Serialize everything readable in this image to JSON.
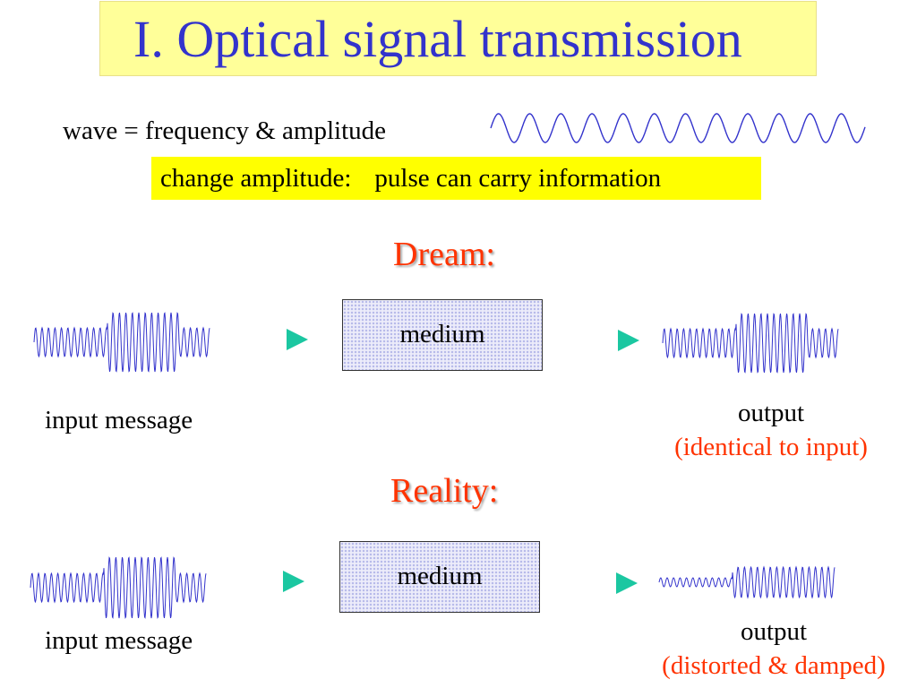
{
  "title": "I. Optical signal transmission",
  "wave_label": "wave = frequency & amplitude",
  "highlight": {
    "part1": "change amplitude:",
    "part2": "pulse can carry information"
  },
  "dream": {
    "heading": "Dream:",
    "medium": "medium",
    "input_label": "input message",
    "output_label": "output",
    "output_note": "(identical to input)"
  },
  "reality": {
    "heading": "Reality:",
    "medium": "medium",
    "input_label": "input message",
    "output_label": "output",
    "output_note": "(distorted & damped)"
  },
  "colors": {
    "title_text": "#3333cc",
    "title_bg": "#ffff99",
    "highlight_bg": "#ffff00",
    "heading_red": "#ff3300",
    "wave_blue": "#3333cc",
    "arrow_teal": "#1bc7a1"
  }
}
